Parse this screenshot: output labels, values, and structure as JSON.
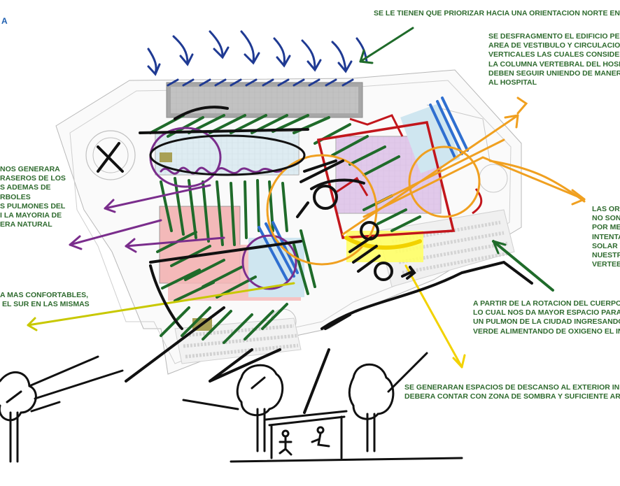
{
  "notes": {
    "top": "SE LE TIENEN QUE PRIORIZAR HACIA UNA ORIENTACION NORTE EN SUS",
    "corner": "A",
    "right_top": [
      "SE DESFRAGMENTO EL EDIFICIO PERO",
      "AREA DE VESTIBULO Y CIRCULACIONE",
      "VERTICALES LAS CUALES CONSIDERO",
      "LA COLUMNA VERTEBRAL DEL HOSPITA",
      "DEBEN SEGUIR UNIENDO DE MANERA",
      "AL HOSPITAL"
    ],
    "left_middle": [
      "NOS GENERARA",
      "RASEROS DE LOS",
      "S ADEMAS DE",
      "RBOLES",
      "S PULMONES DEL",
      "I LA MAYORIA DE",
      "ERA NATURAL"
    ],
    "right_middle": [
      "LAS OR",
      "NO SON",
      "POR ME",
      "INTENTA",
      "SOLAR Y",
      "NUESTRO",
      "VERTEBI"
    ],
    "left_lower": [
      "A MAS CONFORTABLES,",
      "EL SUR EN LAS MISMAS"
    ],
    "right_lower": [
      "A PARTIR DE LA ROTACION DEL CUERPO B",
      "LO CUAL NOS DA MAYOR ESPACIO PARA",
      "UN PULMON DE LA CIUDAD INGRESANDO",
      "VERDE ALIMENTANDO DE OXIGENO EL INC"
    ],
    "bottom": [
      "SE GENERARAN ESPACIOS DE DESCANSO AL EXTERIOR INMED",
      "DEBERA CONTAR CON ZONA DE SOMBRA Y SUFICIENTE AREA"
    ]
  },
  "colors": {
    "note_text": "#2f6b2f",
    "corner_text": "#1f5fb0",
    "wind_arrows": "#1f3a93",
    "vegetation": "#1f6b2a",
    "sun_path": "#f0a020",
    "circulation": "#111111",
    "yellow_axis": "#f2d200",
    "orientation": "#c8c800",
    "volumes": "#7a2d8c",
    "red_block": "#c2161c",
    "blue_facade": "#2f6fd0"
  },
  "icons": [
    "wind-arrow-icon",
    "sun-path-arrow-icon",
    "tree-icon",
    "person-icon",
    "pergola-icon"
  ]
}
